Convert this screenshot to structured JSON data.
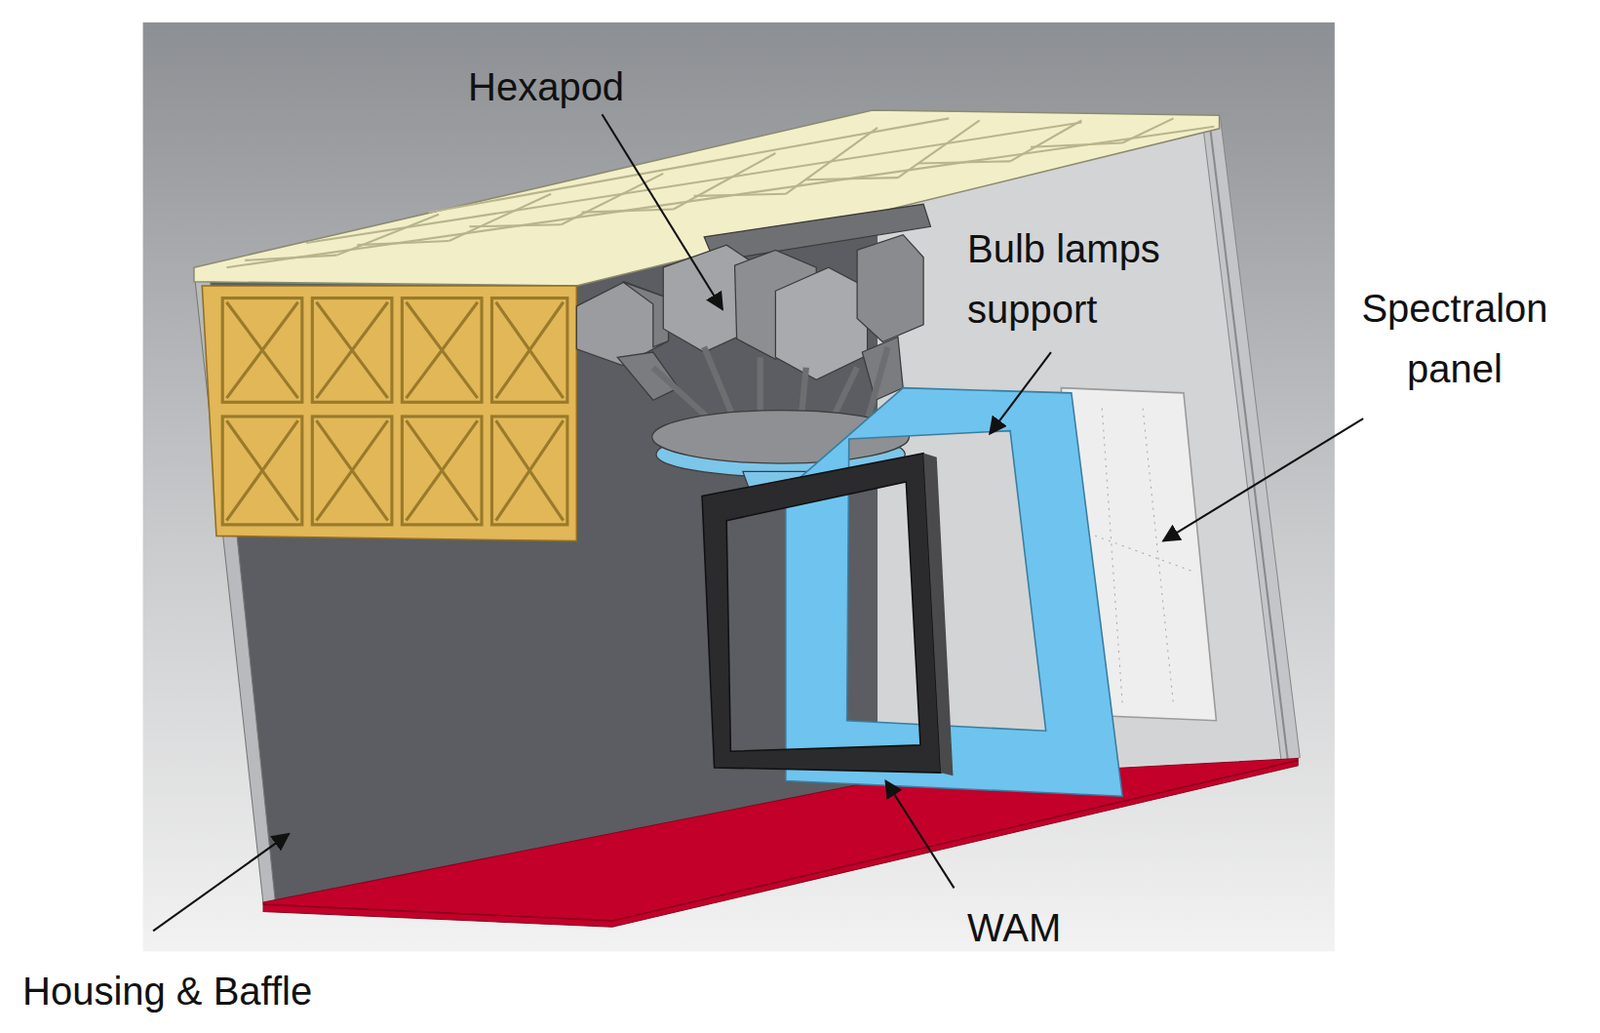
{
  "diagram": {
    "labels": [
      "Hexapod",
      "Bulb lamps support",
      "Spectralon panel",
      "WAM",
      "Housing & Baffle"
    ]
  }
}
